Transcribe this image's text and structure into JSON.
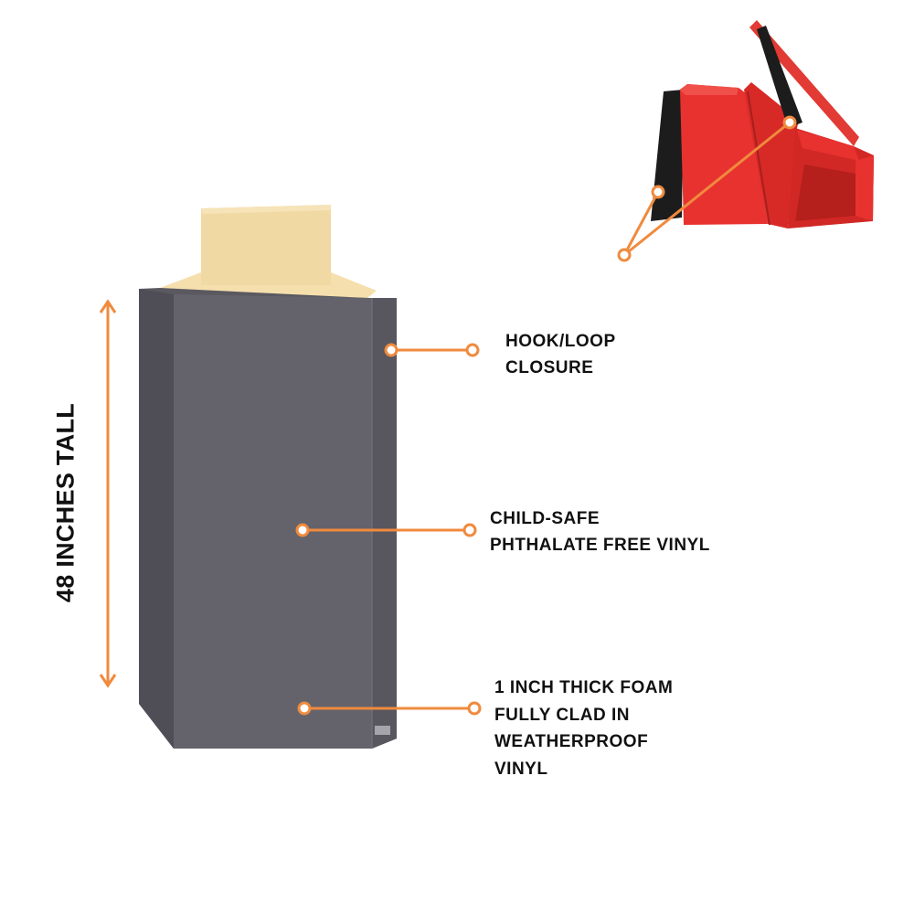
{
  "height_label": "48 INCHES TALL",
  "callouts": {
    "hook_loop": [
      "HOOK/LOOP",
      "CLOSURE"
    ],
    "child_safe": [
      "CHILD-SAFE",
      "PHTHALATE FREE VINYL"
    ],
    "foam": [
      "1 INCH THICK FOAM",
      "FULLY CLAD IN",
      "WEATHERPROOF",
      "VINYL"
    ]
  },
  "colors": {
    "accent": "#f08a3e",
    "pad_front": "#63626b",
    "pad_side": "#55545c",
    "post": "#f1d9a4",
    "inset_pad": "#e8322f",
    "closure_strip": "#1a1a1a"
  }
}
